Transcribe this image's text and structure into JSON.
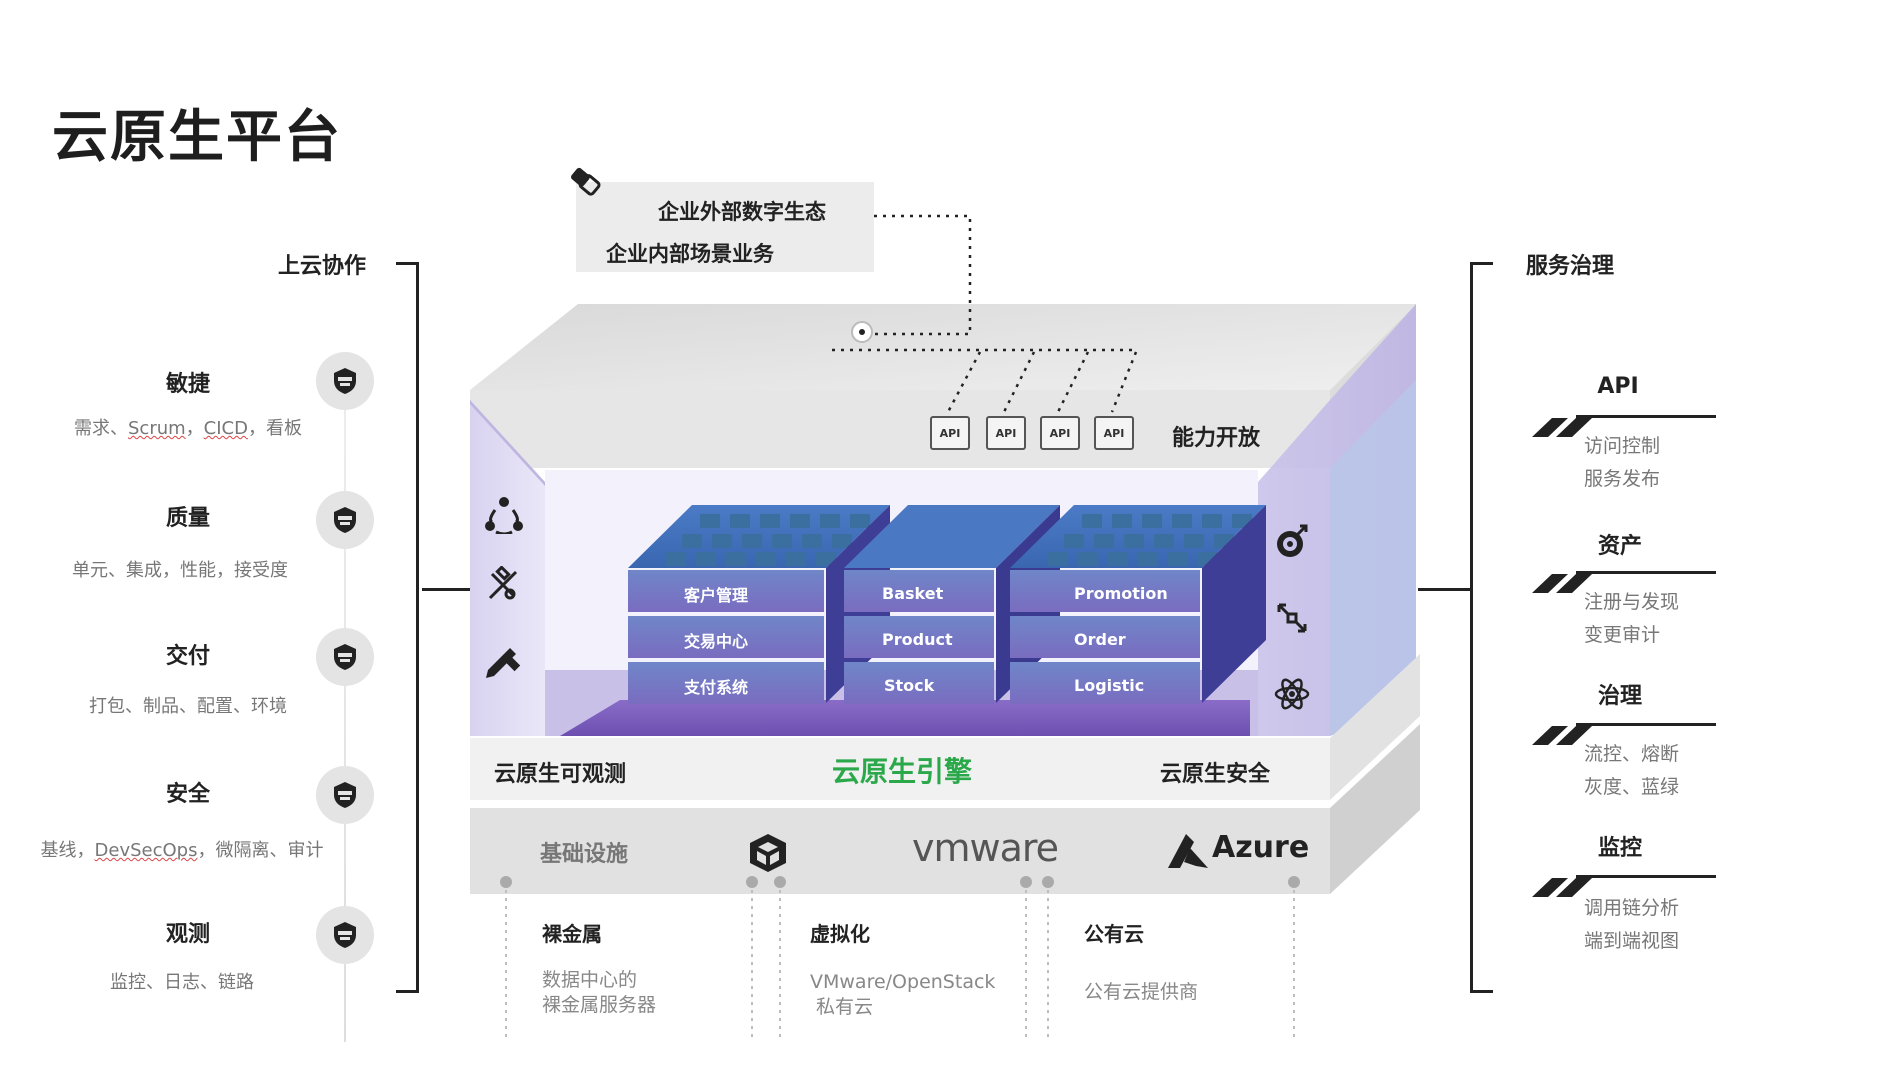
{
  "title": "云原生平台",
  "left": {
    "heading": "上云协作",
    "items": [
      {
        "title": "敏捷",
        "desc": [
          "需求、",
          "Scrum",
          "，",
          "CICD",
          "，",
          "看板"
        ]
      },
      {
        "title": "质量",
        "desc": [
          "单元、集成，性能，接受度"
        ]
      },
      {
        "title": "交付",
        "desc": [
          "打包、制品、配置、环境"
        ]
      },
      {
        "title": "安全",
        "desc": [
          "基线，",
          "DevSecOps",
          "，微隔离、审计"
        ]
      },
      {
        "title": "观测",
        "desc": [
          "监控、日志、链路"
        ]
      }
    ]
  },
  "right": {
    "heading": "服务治理",
    "items": [
      {
        "title": "API",
        "lines": [
          "访问控制",
          "服务发布"
        ]
      },
      {
        "title": "资产",
        "lines": [
          "注册与发现",
          "变更审计"
        ]
      },
      {
        "title": "治理",
        "lines": [
          "流控、熔断",
          "灰度、蓝绿"
        ]
      },
      {
        "title": "监控",
        "lines": [
          "调用链分析",
          "端到端视图"
        ]
      }
    ]
  },
  "ecosystem": {
    "line1": "企业外部数字生态",
    "line2": "企业内部场景业务"
  },
  "capability": {
    "label": "能力开放",
    "api_label": "API"
  },
  "blocks": {
    "left": [
      "客户管理",
      "交易中心",
      "支付系统"
    ],
    "middle": [
      "Basket",
      "Product",
      "Stock"
    ],
    "right": [
      "Promotion",
      "Order",
      "Logistic"
    ]
  },
  "engine": {
    "observe": "云原生可观测",
    "center": "云原生引擎",
    "security": "云原生安全"
  },
  "infra": {
    "label": "基础设施",
    "vmware": "vmware",
    "azure": "Azure"
  },
  "bottom": [
    {
      "title": "裸金属",
      "desc": [
        "数据中心的",
        "裸金属服务器"
      ]
    },
    {
      "title": "虚拟化",
      "desc": [
        "VMware/OpenStack",
        "私有云"
      ]
    },
    {
      "title": "公有云",
      "desc": [
        "公有云提供商"
      ]
    }
  ],
  "colors": {
    "engine_green": "#2aa84a",
    "block_blue": "#5f7fc2",
    "block_purple": "#7c5bb5",
    "panel_lavender": "#cfc8ea"
  }
}
